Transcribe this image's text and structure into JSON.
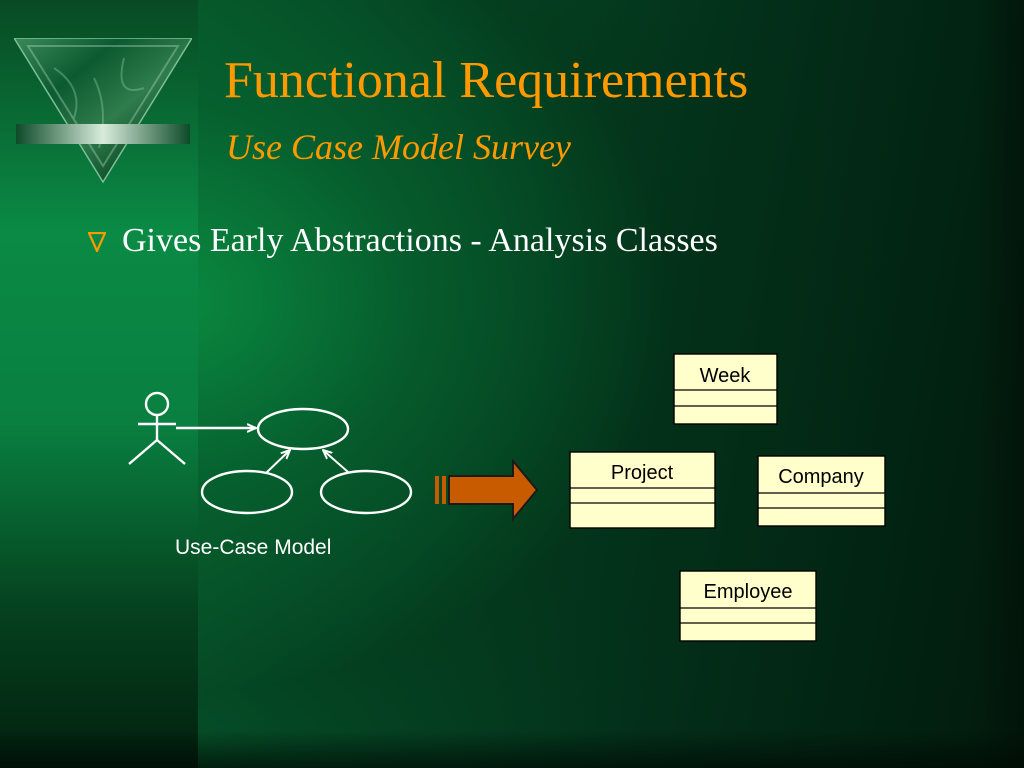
{
  "slide": {
    "title": "Functional Requirements",
    "subtitle": "Use Case Model Survey",
    "bullet": {
      "marker": "hollow-triangle-icon",
      "text": "Gives Early Abstractions - Analysis Classes"
    }
  },
  "diagram": {
    "use_case_model_label": "Use-Case Model",
    "classes": [
      {
        "name": "Week"
      },
      {
        "name": "Project"
      },
      {
        "name": "Company"
      },
      {
        "name": "Employee"
      }
    ]
  },
  "colors": {
    "title": "#ff9900",
    "bullet_text": "#ffffff",
    "marker": "#ff9900",
    "diagram_stroke": "#ffffff",
    "class_fill": "#ffffcc",
    "arrow_fill": "#c85a00",
    "arrow_stroke": "#1a1a1a"
  }
}
